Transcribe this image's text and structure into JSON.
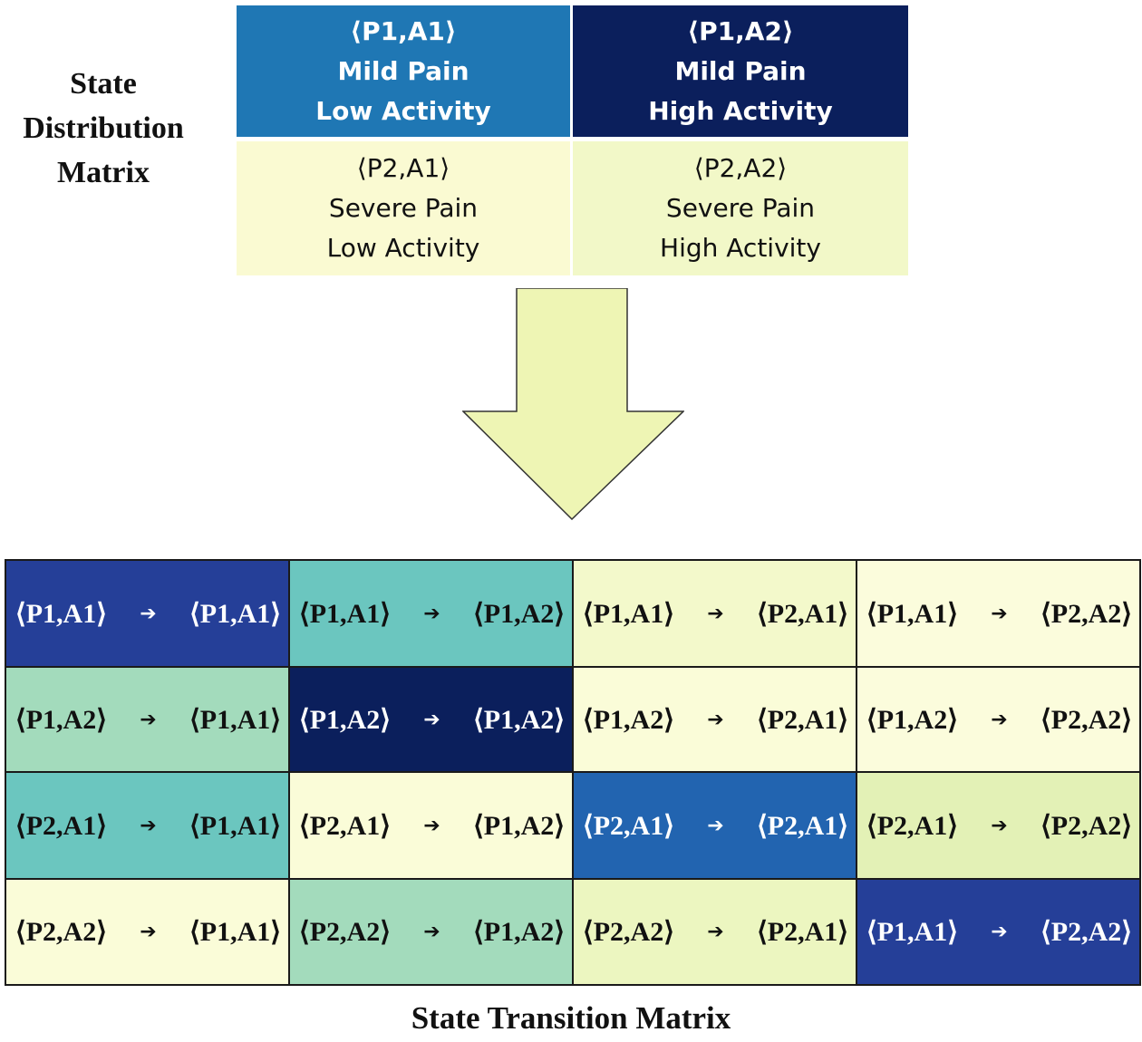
{
  "left_label": {
    "line1": "State",
    "line2": "Distribution",
    "line3": "Matrix"
  },
  "distribution": [
    {
      "state": "⟨P1,A1⟩",
      "pain": "Mild Pain",
      "activity": "Low Activity",
      "color": "#1f77b4",
      "dark": true
    },
    {
      "state": "⟨P1,A2⟩",
      "pain": "Mild Pain",
      "activity": "High Activity",
      "color": "#0b1f5c",
      "dark": true
    },
    {
      "state": "⟨P2,A1⟩",
      "pain": "Severe Pain",
      "activity": "Low Activity",
      "color": "#fafad2",
      "dark": false
    },
    {
      "state": "⟨P2,A2⟩",
      "pain": "Severe Pain",
      "activity": "High Activity",
      "color": "#f2f8c8",
      "dark": false
    }
  ],
  "arrow_color": "#eef5b4",
  "transitions": [
    {
      "from": "⟨P1,A1⟩",
      "to": "⟨P1,A1⟩",
      "color": "#253f98",
      "white": true
    },
    {
      "from": "⟨P1,A1⟩",
      "to": "⟨P1,A2⟩",
      "color": "#6bc6bf",
      "white": false
    },
    {
      "from": "⟨P1,A1⟩",
      "to": "⟨P2,A1⟩",
      "color": "#f3f9cb",
      "white": false
    },
    {
      "from": "⟨P1,A1⟩",
      "to": "⟨P2,A2⟩",
      "color": "#fbfcdc",
      "white": false
    },
    {
      "from": "⟨P1,A2⟩",
      "to": "⟨P1,A1⟩",
      "color": "#a3dbbc",
      "white": false
    },
    {
      "from": "⟨P1,A2⟩",
      "to": "⟨P1,A2⟩",
      "color": "#0b1f5c",
      "white": true
    },
    {
      "from": "⟨P1,A2⟩",
      "to": "⟨P2,A1⟩",
      "color": "#fafcd8",
      "white": false
    },
    {
      "from": "⟨P1,A2⟩",
      "to": "⟨P2,A2⟩",
      "color": "#fbfcdc",
      "white": false
    },
    {
      "from": "⟨P2,A1⟩",
      "to": "⟨P1,A1⟩",
      "color": "#6bc6bf",
      "white": false
    },
    {
      "from": "⟨P2,A1⟩",
      "to": "⟨P1,A2⟩",
      "color": "#fafcd8",
      "white": false
    },
    {
      "from": "⟨P2,A1⟩",
      "to": "⟨P2,A1⟩",
      "color": "#2264b0",
      "white": true
    },
    {
      "from": "⟨P2,A1⟩",
      "to": "⟨P2,A2⟩",
      "color": "#e3f1b6",
      "white": false
    },
    {
      "from": "⟨P2,A2⟩",
      "to": "⟨P1,A1⟩",
      "color": "#fafcd8",
      "white": false
    },
    {
      "from": "⟨P2,A2⟩",
      "to": "⟨P1,A2⟩",
      "color": "#a3dbbc",
      "white": false
    },
    {
      "from": "⟨P2,A2⟩",
      "to": "⟨P2,A1⟩",
      "color": "#ecf6c0",
      "white": false
    },
    {
      "from": "⟨P1,A1⟩",
      "to": "⟨P2,A2⟩",
      "color": "#253f98",
      "white": true
    }
  ],
  "arrow_symbol": "➔",
  "caption": "State Transition Matrix"
}
